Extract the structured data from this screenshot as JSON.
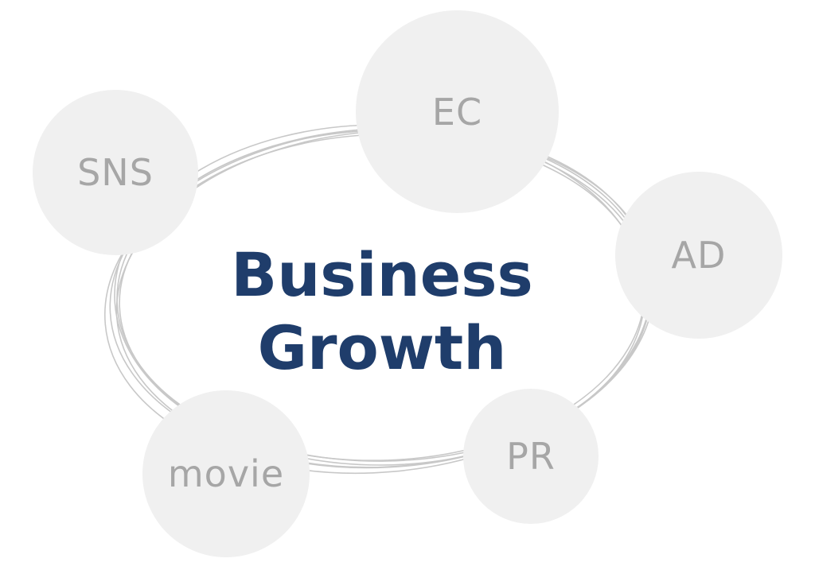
{
  "diagram": {
    "center": {
      "line1": "Business",
      "line2": "Growth",
      "color": "#1f3d6b"
    },
    "nodes": [
      {
        "id": "ec",
        "label": "EC"
      },
      {
        "id": "sns",
        "label": "SNS"
      },
      {
        "id": "ad",
        "label": "AD"
      },
      {
        "id": "pr",
        "label": "PR"
      },
      {
        "id": "movie",
        "label": "movie"
      }
    ],
    "colors": {
      "node_fill": "#f0f0f0",
      "node_text": "#a6a6a6",
      "orbit_line": "#c8c8c8"
    }
  }
}
